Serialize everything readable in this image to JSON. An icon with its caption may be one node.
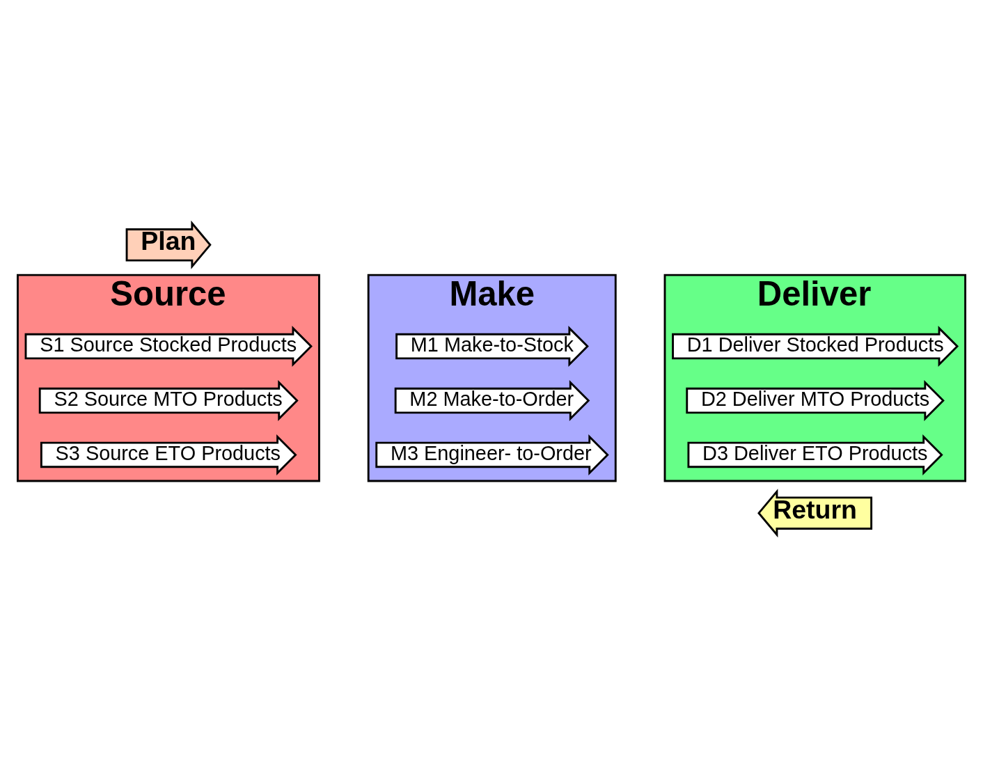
{
  "diagram": {
    "nodes": [
      {
        "text": [
          "Plan"
        ]
      },
      {
        "text": [
          "Source"
        ]
      },
      {
        "text": [
          "S1 Source Stocked Products"
        ],
        "in": 1
      },
      {
        "text": [
          "S2 Source MTO Products"
        ],
        "in": 1
      },
      {
        "text": [
          "S3 Source ETO Products"
        ],
        "in": 1
      },
      {
        "text": [
          "Make"
        ]
      },
      {
        "text": [
          "M1 Make-to-Stock"
        ],
        "in": 5
      },
      {
        "text": [
          "M2 Make-to-Order"
        ],
        "in": 5
      },
      {
        "text": [
          "M3 Engineer- to-Order"
        ],
        "in": 5
      },
      {
        "text": [
          "Deliver"
        ]
      },
      {
        "text": [
          "D1 Deliver Stocked Products"
        ],
        "in": 9
      },
      {
        "text": [
          "D2 Deliver MTO Products"
        ],
        "in": 9
      },
      {
        "text": [
          "D3 Deliver ETO Products"
        ],
        "in": 9
      },
      {
        "text": [
          "Return"
        ]
      }
    ]
  }
}
